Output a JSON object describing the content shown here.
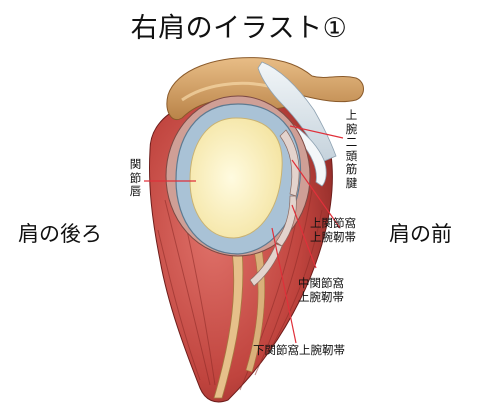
{
  "title": "右肩のイラスト①",
  "side_labels": {
    "back": "肩の後ろ",
    "front": "肩の前"
  },
  "labels": {
    "labrum": "関節唇",
    "biceps_tendon": "上腕二頭筋腱",
    "sup_ligament_line1": "上関節窩",
    "sup_ligament_line2": "上腕靭帯",
    "mid_ligament_line1": "中関節窩",
    "mid_ligament_line2": "上腕靭帯",
    "inf_ligament": "下関節窩上腕靭帯"
  },
  "colors": {
    "leader_line": "#e0303a",
    "muscle": "#c0443e",
    "bone": "#d7a56c",
    "cartilage": "#fdf5c8",
    "labrum": "#a9c2d6",
    "tendon": "#e8eef3"
  }
}
